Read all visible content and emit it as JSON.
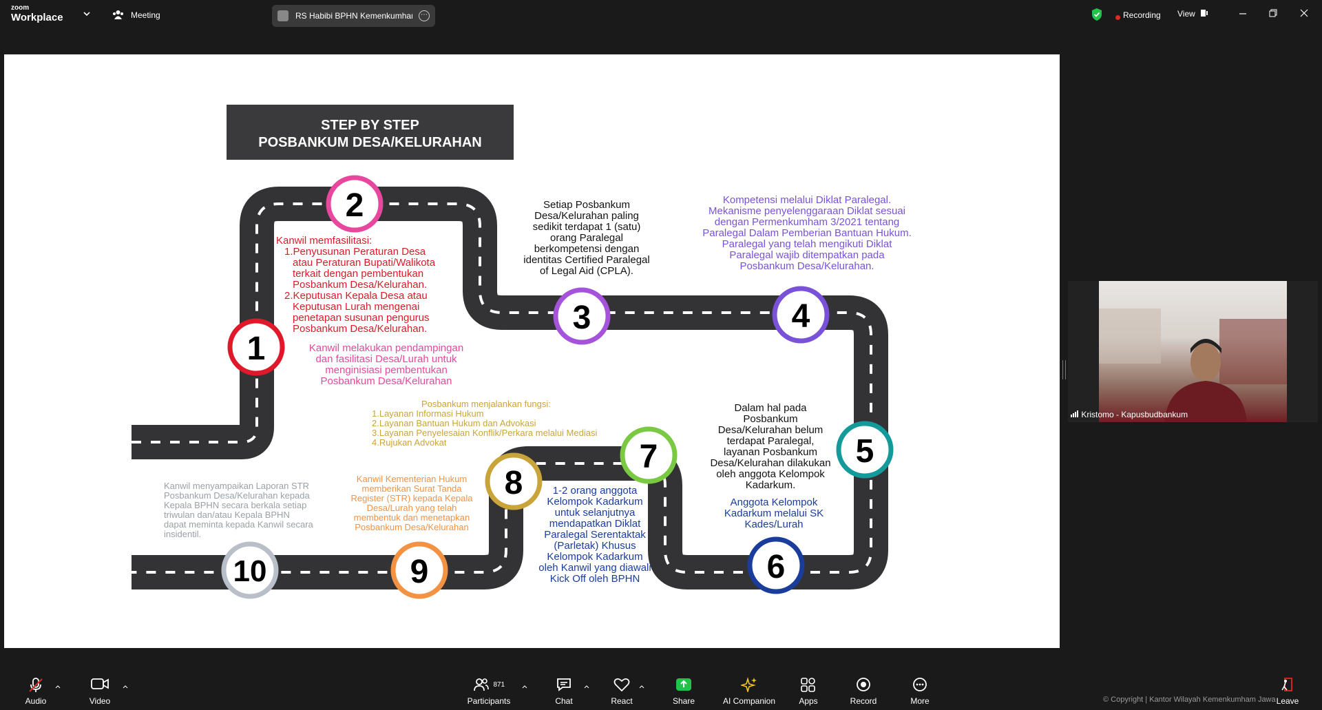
{
  "topbar": {
    "logo_small": "zoom",
    "logo_big": "Workplace",
    "meeting_label": "Meeting",
    "tab_title": "RS Habibi BPHN Kemenkumham",
    "recording_label": "Recording",
    "view_label": "View",
    "icons": [
      "chevron-down-icon",
      "meeting-icon",
      "shield-check-icon",
      "record-dot-icon",
      "minimize-icon",
      "restore-icon",
      "close-icon"
    ],
    "accent_green": "#23c24b",
    "record_red": "#e02828"
  },
  "slide": {
    "title_line1": "STEP BY STEP",
    "title_line2": "POSBANKUM DESA/KELURAHAN",
    "numbers": [
      "1",
      "2",
      "3",
      "4",
      "5",
      "6",
      "7",
      "8",
      "9",
      "10"
    ],
    "ring_colors": [
      "#e0192a",
      "#e8479e",
      "#a653dc",
      "#7a52d8",
      "#149a9b",
      "#1a3d9c",
      "#7ac943",
      "#c9a43a",
      "#f39243",
      "#b8bfc8"
    ],
    "text_red_title": "Kanwil memfasilitasi:",
    "text_red_lines": [
      "1.Penyusunan Peraturan Desa",
      "atau Peraturan Bupati/Walikota",
      "terkait dengan pembentukan",
      "Posbankum Desa/Kelurahan.",
      "2.Keputusan Kepala Desa atau",
      "Keputusan Lurah mengenai",
      "penetapan susunan pengurus",
      "Posbankum Desa/Kelurahan."
    ],
    "text_pink_lines": [
      "Kanwil  melakukan pendampingan",
      "dan fasilitasi Desa/Lurah untuk",
      "menginisiasi pembentukan",
      "Posbankum Desa/Kelurahan"
    ],
    "text_black3_lines": [
      "Setiap Posbankum",
      "Desa/Kelurahan paling",
      "sedikit terdapat 1 (satu)",
      "orang Paralegal",
      "berkompetensi dengan",
      "identitas Certified Paralegal",
      "of Legal Aid (CPLA)."
    ],
    "text_purple_lines": [
      "Kompetensi melalui Diklat Paralegal.",
      "Mekanisme penyelenggaraan Diklat sesuai",
      "dengan Permenkumham 3/2021 tentang",
      "Paralegal Dalam Pemberian Bantuan Hukum.",
      "Paralegal yang telah mengikuti Diklat",
      "Paralegal wajib ditempatkan pada",
      "Posbankum Desa/Kelurahan."
    ],
    "text_black5_lines": [
      "Dalam hal pada",
      "Posbankum",
      "Desa/Kelurahan belum",
      "terdapat Paralegal,",
      "layanan Posbankum",
      "Desa/Kelurahan  dilakukan",
      "oleh anggota Kelompok",
      "Kadarkum."
    ],
    "text_blue6_lines": [
      "Anggota Kelompok",
      "Kadarkum melalui SK",
      "Kades/Lurah"
    ],
    "text_blue7_lines": [
      "1-2 orang anggota",
      "Kelompok Kadarkum",
      "untuk selanjutnya",
      "mendapatkan Diklat",
      "Paralegal Serentaktak",
      "(Parletak) Khusus",
      "Kelompok Kadarkum",
      "oleh Kanwil yang diawali",
      "Kick Off oleh BPHN"
    ],
    "text_gold_lines": [
      "Posbankum menjalankan fungsi:",
      "1.Layanan Informasi Hukum",
      "2.Layanan Bantuan Hukum dan Advokasi",
      "3.Layanan Penyelesaian Konflik/Perkara melalui Mediasi",
      "4.Rujukan Advokat"
    ],
    "text_orange_lines": [
      "Kanwil Kementerian Hukum",
      "memberikan Surat Tanda",
      "Register (STR) kepada Kepala",
      "Desa/Lurah yang telah",
      "membentuk dan menetapkan",
      "Posbankum Desa/Kelurahan"
    ],
    "text_gray_lines": [
      "Kanwil menyampaikan Laporan STR",
      "Posbankum Desa/Kelurahan kepada",
      "Kepala BPHN secara berkala setiap",
      "triwulan dan/atau Kepala BPHN",
      "dapat meminta kepada Kanwil secara",
      "insidentil."
    ]
  },
  "video": {
    "participant_name": "Kristomo  - Kapusbudbankum",
    "signal_icon": "signal-bars-icon"
  },
  "bottombar": {
    "audio": "Audio",
    "video": "Video",
    "participants": "Participants",
    "participant_count": "871",
    "chat": "Chat",
    "react": "React",
    "share": "Share",
    "ai_companion": "AI Companion",
    "apps": "Apps",
    "record": "Record",
    "more": "More",
    "leave": "Leave",
    "copyright": "© Copyright | Kantor Wilayah Kemenkumham Jawa"
  }
}
